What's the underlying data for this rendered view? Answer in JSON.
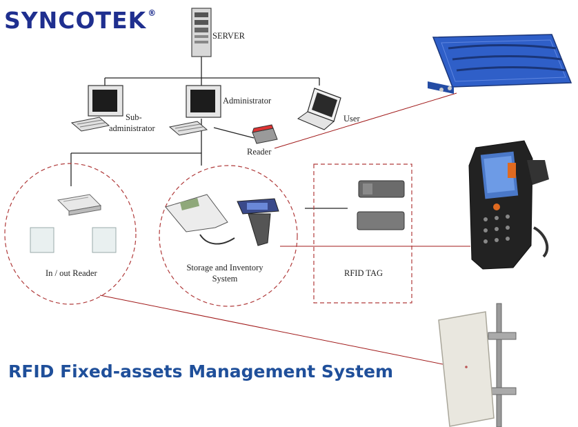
{
  "brand": {
    "name": "SYNCOTEK",
    "mark": "®",
    "color": "#1f2f8f"
  },
  "nodes": {
    "server": "SERVER",
    "sub_admin_line1": "Sub-",
    "sub_admin_line2": "administrator",
    "administrator": "Administrator",
    "user": "User",
    "reader": "Reader",
    "in_out_reader": "In / out Reader",
    "storage_line1": "Storage and Inventory",
    "storage_line2": "System",
    "rfid_tag": "RFID TAG"
  },
  "title": {
    "text": "RFID Fixed-assets Management System",
    "color": "#1f4f9a"
  },
  "colors": {
    "connector": "#222222",
    "red_line": "#a01818",
    "dashed": "#b03a3a",
    "device_blue": "#2f5fc8"
  },
  "icons": [
    "server-icon",
    "desktop-computer-icon",
    "laptop-icon",
    "desktop-reader-icon",
    "fixed-reader-icon",
    "antenna-icon",
    "handheld-terminal-icon",
    "rfid-tag-icon",
    "panel-antenna-icon"
  ]
}
